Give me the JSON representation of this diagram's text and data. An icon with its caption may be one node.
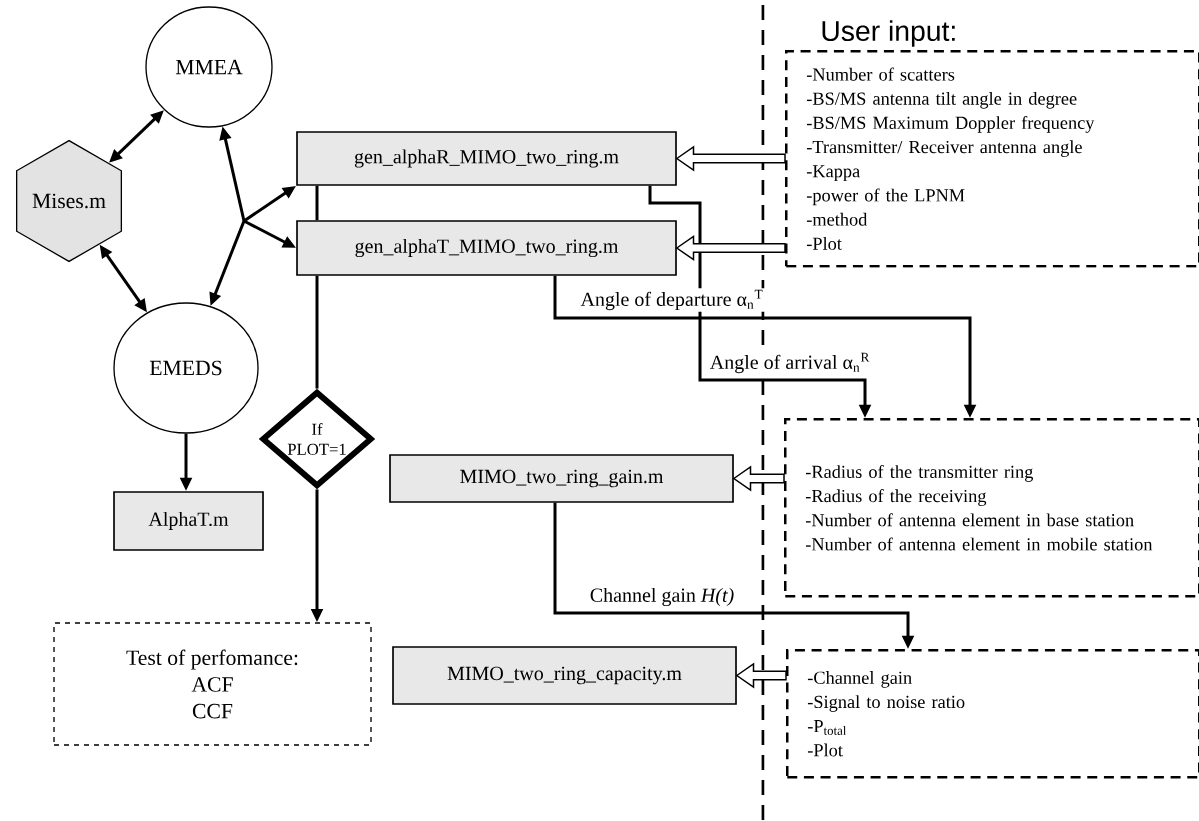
{
  "diagram": {
    "nodes": [
      {
        "text": [
          "MMEA"
        ]
      },
      {
        "text": [
          "Mises.m"
        ]
      },
      {
        "text": [
          "EMEDS"
        ]
      },
      {
        "text": [
          "AlphaT.m"
        ]
      },
      {
        "text": [
          "gen_alphaR_MIMO_two_ring.m"
        ]
      },
      {
        "text": [
          "gen_alphaT_MIMO_two_ring.m"
        ]
      },
      {
        "text": [
          "If PLOT=1"
        ]
      },
      {
        "text": [
          "MIMO_two_ring_gain.m"
        ]
      },
      {
        "text": [
          "Test of perfomance:",
          "ACF",
          "CCF"
        ]
      },
      {
        "text": [
          "MIMO_two_ring_capacity.m"
        ]
      },
      {
        "text": [
          "User input:",
          "-Number of scatters",
          "-BS/MS antenna tilt angle in degree",
          "-BS/MS Maximum Doppler frequency",
          "-Transmitter/ Receiver antenna angle",
          "-Kappa",
          "-power of the LPNM",
          "-method",
          "-Plot"
        ]
      },
      {
        "text": [
          "-Radius of the transmitter ring",
          "-Radius of the receiving",
          "-Number of antenna element in base station",
          "-Number of antenna element in mobile station"
        ]
      },
      {
        "text": [
          "-Channel gain",
          "-Signal to noise ratio",
          "-P$_{total}$",
          "-Plot"
        ]
      }
    ],
    "edges": [
      {
        "from": 1,
        "to": 0,
        "arrow": "both"
      },
      {
        "from": 1,
        "to": 2,
        "arrow": "both"
      },
      {
        "from": null,
        "to": 0,
        "arrow": "to"
      },
      {
        "from": null,
        "to": 2,
        "arrow": "to"
      },
      {
        "from": null,
        "to": 4,
        "arrow": "to"
      },
      {
        "from": null,
        "to": 5,
        "arrow": "to"
      },
      {
        "from": 4,
        "to": 5,
        "arrow": "none"
      },
      {
        "from": 5,
        "to": 6,
        "arrow": "none"
      },
      {
        "from": 6,
        "to": 8,
        "arrow": "to"
      },
      {
        "from": 2,
        "to": 3,
        "arrow": "to"
      },
      {
        "from": 4,
        "to": 11,
        "arrow": "to",
        "label": "Angle of arrival α$_{n}$$^{R}$"
      },
      {
        "from": 5,
        "to": 11,
        "arrow": "to",
        "label": "Angle of departure α$_{n}$$^{T}$"
      },
      {
        "from": 7,
        "to": 12,
        "arrow": "to",
        "label": "Channel gain *H(t)*"
      },
      {
        "from": 10,
        "to": 4,
        "arrow": "to",
        "style": "thick"
      },
      {
        "from": 10,
        "to": 5,
        "arrow": "to",
        "style": "thick"
      },
      {
        "from": 11,
        "to": 7,
        "arrow": "to",
        "style": "thick"
      },
      {
        "from": 12,
        "to": 9,
        "arrow": "to",
        "style": "thick"
      }
    ]
  }
}
